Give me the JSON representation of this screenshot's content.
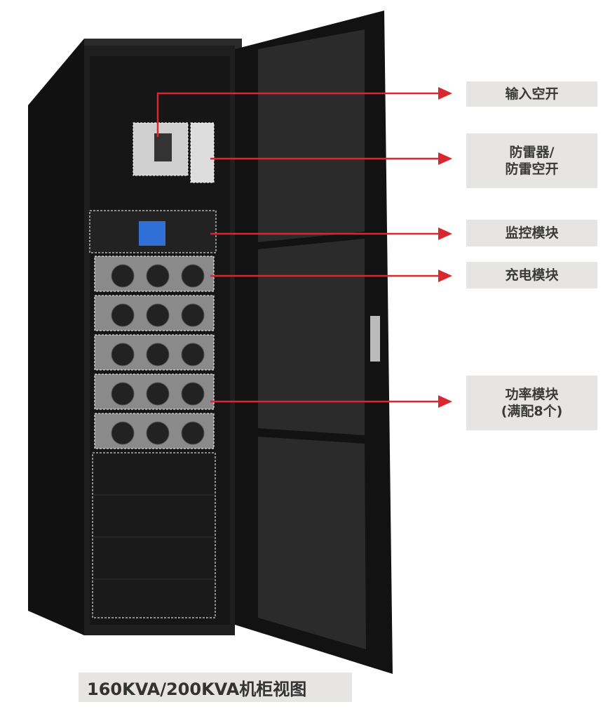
{
  "labels": {
    "input_breaker": "输入空开",
    "surge_line1": "防雷器/",
    "surge_line2": "防雷空开",
    "monitor": "监控模块",
    "charger": "充电模块",
    "power_line1": "功率模块",
    "power_line2": "(满配8个)"
  },
  "caption": "160KVA/200KVA机柜视图",
  "colors": {
    "arrow": "#d8272e",
    "label_bg": "#e6e5e3",
    "cabinet": "#1c1c1c"
  }
}
